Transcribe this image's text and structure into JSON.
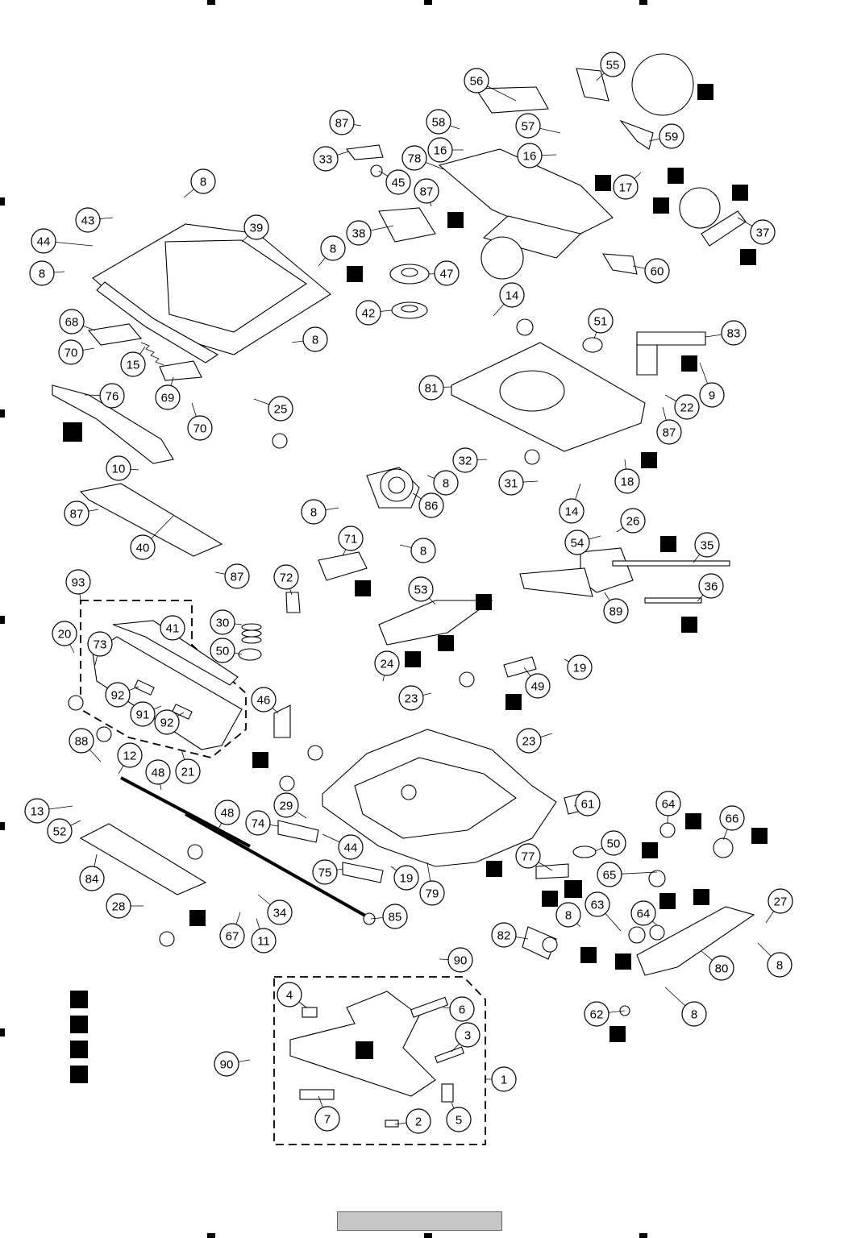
{
  "diagram": {
    "callouts": [
      {
        "id": "c55",
        "label": "55"
      },
      {
        "id": "c56",
        "label": "56"
      },
      {
        "id": "c87a",
        "label": "87"
      },
      {
        "id": "c58",
        "label": "58"
      },
      {
        "id": "c57",
        "label": "57"
      },
      {
        "id": "c59",
        "label": "59"
      },
      {
        "id": "c16a",
        "label": "16"
      },
      {
        "id": "c16b",
        "label": "16"
      },
      {
        "id": "c33",
        "label": "33"
      },
      {
        "id": "c78",
        "label": "78"
      },
      {
        "id": "c45",
        "label": "45"
      },
      {
        "id": "c87b",
        "label": "87"
      },
      {
        "id": "c17",
        "label": "17"
      },
      {
        "id": "c8a",
        "label": "8"
      },
      {
        "id": "c43",
        "label": "43"
      },
      {
        "id": "c39",
        "label": "39"
      },
      {
        "id": "c44a",
        "label": "44"
      },
      {
        "id": "c38",
        "label": "38"
      },
      {
        "id": "c37",
        "label": "37"
      },
      {
        "id": "c8b",
        "label": "8"
      },
      {
        "id": "c8c",
        "label": "8"
      },
      {
        "id": "c47",
        "label": "47"
      },
      {
        "id": "c60",
        "label": "60"
      },
      {
        "id": "c42",
        "label": "42"
      },
      {
        "id": "c14a",
        "label": "14"
      },
      {
        "id": "c51",
        "label": "51"
      },
      {
        "id": "c83",
        "label": "83"
      },
      {
        "id": "c68",
        "label": "68"
      },
      {
        "id": "c8d",
        "label": "8"
      },
      {
        "id": "c70a",
        "label": "70"
      },
      {
        "id": "c15",
        "label": "15"
      },
      {
        "id": "c81",
        "label": "81"
      },
      {
        "id": "c9",
        "label": "9"
      },
      {
        "id": "c76",
        "label": "76"
      },
      {
        "id": "c69",
        "label": "69"
      },
      {
        "id": "c25",
        "label": "25"
      },
      {
        "id": "c22",
        "label": "22"
      },
      {
        "id": "c70b",
        "label": "70"
      },
      {
        "id": "c87c",
        "label": "87"
      },
      {
        "id": "c32",
        "label": "32"
      },
      {
        "id": "c10",
        "label": "10"
      },
      {
        "id": "c8e",
        "label": "8"
      },
      {
        "id": "c18",
        "label": "18"
      },
      {
        "id": "c31",
        "label": "31"
      },
      {
        "id": "c87d",
        "label": "87"
      },
      {
        "id": "c8f",
        "label": "8"
      },
      {
        "id": "c86",
        "label": "86"
      },
      {
        "id": "c14b",
        "label": "14"
      },
      {
        "id": "c40",
        "label": "40"
      },
      {
        "id": "c26",
        "label": "26"
      },
      {
        "id": "c8g",
        "label": "8"
      },
      {
        "id": "c54",
        "label": "54"
      },
      {
        "id": "c35",
        "label": "35"
      },
      {
        "id": "c71",
        "label": "71"
      },
      {
        "id": "c87e",
        "label": "87"
      },
      {
        "id": "c93",
        "label": "93"
      },
      {
        "id": "c72",
        "label": "72"
      },
      {
        "id": "c36",
        "label": "36"
      },
      {
        "id": "c53",
        "label": "53"
      },
      {
        "id": "c89",
        "label": "89"
      },
      {
        "id": "c30",
        "label": "30"
      },
      {
        "id": "c41",
        "label": "41"
      },
      {
        "id": "c20",
        "label": "20"
      },
      {
        "id": "c73",
        "label": "73"
      },
      {
        "id": "c50a",
        "label": "50"
      },
      {
        "id": "c19a",
        "label": "19"
      },
      {
        "id": "c24",
        "label": "24"
      },
      {
        "id": "c49",
        "label": "49"
      },
      {
        "id": "c92a",
        "label": "92"
      },
      {
        "id": "c23a",
        "label": "23"
      },
      {
        "id": "c46",
        "label": "46"
      },
      {
        "id": "c91",
        "label": "91"
      },
      {
        "id": "c92b",
        "label": "92"
      },
      {
        "id": "c23b",
        "label": "23"
      },
      {
        "id": "c21",
        "label": "21"
      },
      {
        "id": "c88",
        "label": "88"
      },
      {
        "id": "c12",
        "label": "12"
      },
      {
        "id": "c48a",
        "label": "48"
      },
      {
        "id": "c61",
        "label": "61"
      },
      {
        "id": "c64a",
        "label": "64"
      },
      {
        "id": "c66",
        "label": "66"
      },
      {
        "id": "c29",
        "label": "29"
      },
      {
        "id": "c13",
        "label": "13"
      },
      {
        "id": "c48b",
        "label": "48"
      },
      {
        "id": "c52",
        "label": "52"
      },
      {
        "id": "c74",
        "label": "74"
      },
      {
        "id": "c44b",
        "label": "44"
      },
      {
        "id": "c50b",
        "label": "50"
      },
      {
        "id": "c77",
        "label": "77"
      },
      {
        "id": "c65",
        "label": "65"
      },
      {
        "id": "c84",
        "label": "84"
      },
      {
        "id": "c75",
        "label": "75"
      },
      {
        "id": "c19b",
        "label": "19"
      },
      {
        "id": "c79",
        "label": "79"
      },
      {
        "id": "c63",
        "label": "63"
      },
      {
        "id": "c27",
        "label": "27"
      },
      {
        "id": "c28",
        "label": "28"
      },
      {
        "id": "c34",
        "label": "34"
      },
      {
        "id": "c64b",
        "label": "64"
      },
      {
        "id": "c67",
        "label": "67"
      },
      {
        "id": "c11",
        "label": "11"
      },
      {
        "id": "c85",
        "label": "85"
      },
      {
        "id": "c8h",
        "label": "8"
      },
      {
        "id": "c82",
        "label": "82"
      },
      {
        "id": "c80",
        "label": "80"
      },
      {
        "id": "c8i",
        "label": "8"
      },
      {
        "id": "c90a",
        "label": "90"
      },
      {
        "id": "c4",
        "label": "4"
      },
      {
        "id": "c6",
        "label": "6"
      },
      {
        "id": "c8j",
        "label": "8"
      },
      {
        "id": "c62",
        "label": "62"
      },
      {
        "id": "c3",
        "label": "3"
      },
      {
        "id": "c90b",
        "label": "90"
      },
      {
        "id": "c1",
        "label": "1"
      },
      {
        "id": "c7",
        "label": "7"
      },
      {
        "id": "c2",
        "label": "2"
      },
      {
        "id": "c5",
        "label": "5"
      }
    ]
  }
}
